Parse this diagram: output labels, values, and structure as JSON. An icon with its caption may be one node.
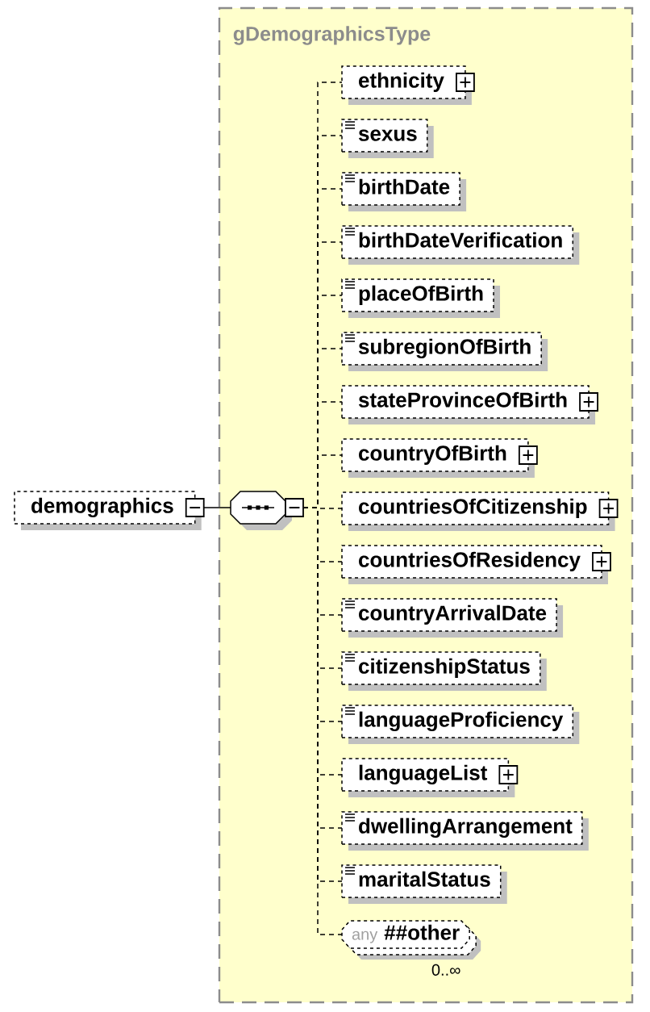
{
  "diagram": {
    "nodes": [
      {
        "text": [
          "demographics"
        ]
      },
      {
        "text": [
          "gDemographicsType"
        ]
      },
      {
        "text": [],
        "shape": "octagon",
        "in": 1
      },
      {
        "text": [
          "ethnicity"
        ],
        "in": 1
      },
      {
        "text": [
          "sexus"
        ],
        "in": 1
      },
      {
        "text": [
          "birthDate"
        ],
        "in": 1
      },
      {
        "text": [
          "birthDateVerification"
        ],
        "in": 1
      },
      {
        "text": [
          "placeOfBirth"
        ],
        "in": 1
      },
      {
        "text": [
          "subregionOfBirth"
        ],
        "in": 1
      },
      {
        "text": [
          "stateProvinceOfBirth"
        ],
        "in": 1
      },
      {
        "text": [
          "countryOfBirth"
        ],
        "in": 1
      },
      {
        "text": [
          "countriesOfCitizenship"
        ],
        "in": 1
      },
      {
        "text": [
          "countriesOfResidency"
        ],
        "in": 1
      },
      {
        "text": [
          "countryArrivalDate"
        ],
        "in": 1
      },
      {
        "text": [
          "citizenshipStatus"
        ],
        "in": 1
      },
      {
        "text": [
          "languageProficiency"
        ],
        "in": 1
      },
      {
        "text": [
          "languageList"
        ],
        "in": 1
      },
      {
        "text": [
          "dwellingArrangement"
        ],
        "in": 1
      },
      {
        "text": [
          "maritalStatus"
        ],
        "in": 1
      },
      {
        "text": [
          "any",
          "##other"
        ],
        "in": 1,
        "beside": [
          "0..∞"
        ]
      }
    ],
    "edges": [
      {
        "from": 0,
        "to": 2,
        "arrow": "none"
      },
      {
        "from": 2,
        "to": 3,
        "arrow": "none",
        "style": "dashed"
      },
      {
        "from": 2,
        "to": 4,
        "arrow": "none",
        "style": "dashed"
      },
      {
        "from": 2,
        "to": 5,
        "arrow": "none",
        "style": "dashed"
      },
      {
        "from": 2,
        "to": 6,
        "arrow": "none",
        "style": "dashed"
      },
      {
        "from": 2,
        "to": 7,
        "arrow": "none",
        "style": "dashed"
      },
      {
        "from": 2,
        "to": 8,
        "arrow": "none",
        "style": "dashed"
      },
      {
        "from": 2,
        "to": 9,
        "arrow": "none",
        "style": "dashed"
      },
      {
        "from": 2,
        "to": 10,
        "arrow": "none",
        "style": "dashed"
      },
      {
        "from": 2,
        "to": 11,
        "arrow": "none",
        "style": "dashed"
      },
      {
        "from": 2,
        "to": 12,
        "arrow": "none",
        "style": "dashed"
      },
      {
        "from": 2,
        "to": 13,
        "arrow": "none",
        "style": "dashed"
      },
      {
        "from": 2,
        "to": 14,
        "arrow": "none",
        "style": "dashed"
      },
      {
        "from": 2,
        "to": 15,
        "arrow": "none",
        "style": "dashed"
      },
      {
        "from": 2,
        "to": 16,
        "arrow": "none",
        "style": "dashed"
      },
      {
        "from": 2,
        "to": 17,
        "arrow": "none",
        "style": "dashed"
      },
      {
        "from": 2,
        "to": 18,
        "arrow": "none",
        "style": "dashed"
      },
      {
        "from": 2,
        "to": 19,
        "arrow": "none",
        "style": "dashed"
      }
    ]
  }
}
